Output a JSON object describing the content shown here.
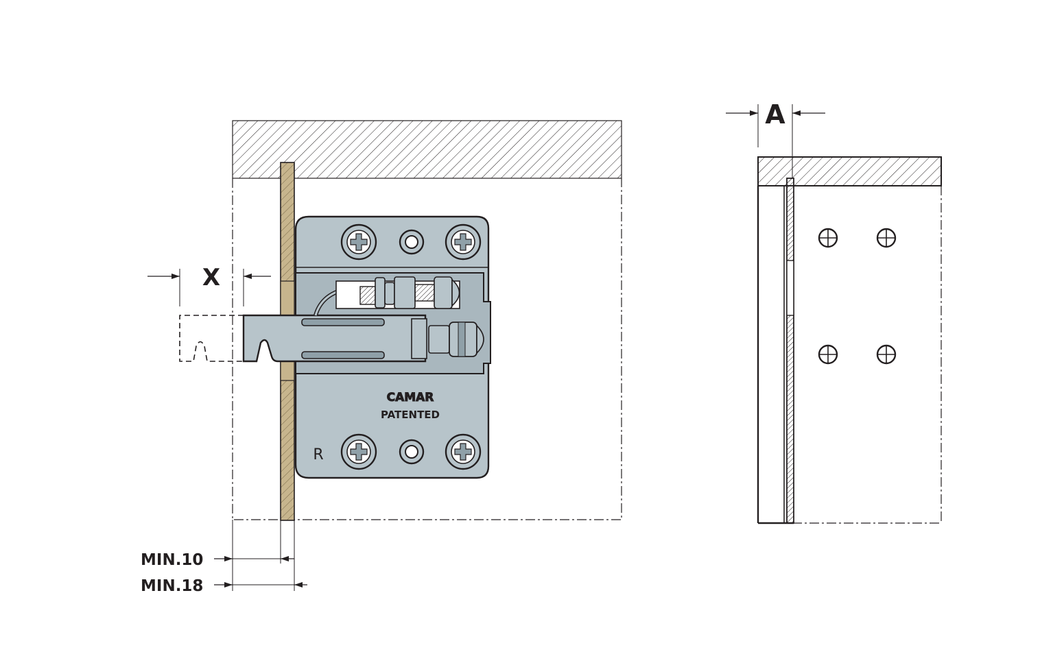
{
  "labels": {
    "x_dim": "X",
    "a_dim": "A",
    "min10": "MIN.10",
    "min18": "MIN.18",
    "brand": "CAMAR",
    "patent": "PATENTED",
    "side": "R"
  },
  "colors": {
    "line": "#231f20",
    "plate": "#b7c4ca",
    "plate_dark": "#8fa0a8",
    "wood": "#c7b58d",
    "background": "#ffffff"
  },
  "icons": {
    "screw": "phillips-screw-icon",
    "hole": "round-hole-icon",
    "drill_mark": "crosshair-hole-icon"
  }
}
